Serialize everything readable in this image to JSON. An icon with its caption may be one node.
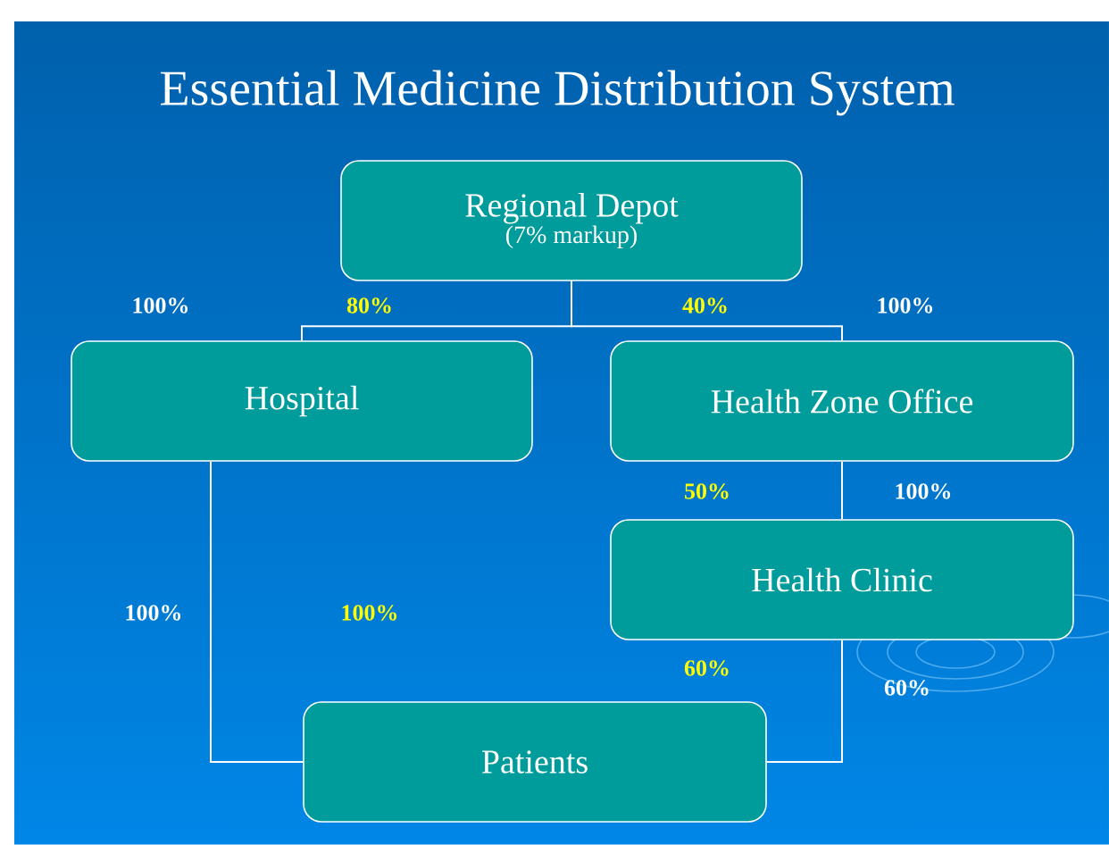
{
  "diagram": {
    "title": "Essential Medicine Distribution System",
    "nodes": [
      {
        "text": [
          "Regional Depot",
          "(7% markup)"
        ]
      },
      {
        "text": [
          "Hospital"
        ]
      },
      {
        "text": [
          "Health Zone Office"
        ]
      },
      {
        "text": [
          "Health Clinic"
        ]
      },
      {
        "text": [
          "Patients"
        ]
      }
    ],
    "edges": [
      {
        "from": 0,
        "to": 1,
        "arrow": "none"
      },
      {
        "from": 0,
        "to": 2,
        "arrow": "none"
      },
      {
        "from": 2,
        "to": 3,
        "arrow": "none"
      },
      {
        "from": 3,
        "to": 4,
        "arrow": "none"
      },
      {
        "from": 1,
        "to": 4,
        "arrow": "none"
      }
    ],
    "labels": [
      "100%",
      "80%",
      "40%",
      "100%",
      "50%",
      "100%",
      "100%",
      "100%",
      "60%",
      "60%"
    ]
  }
}
